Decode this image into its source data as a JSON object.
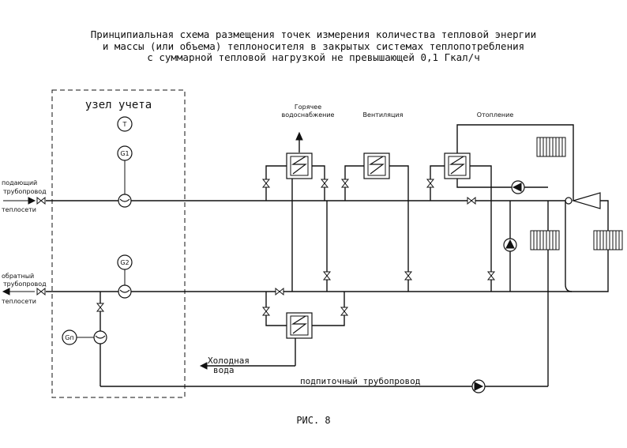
{
  "title": {
    "line1": "Принципиальная схема размещения точек измерения количества тепловой энергии",
    "line2": "и массы (или объема) теплоносителя в закрытых системах теплопотребления",
    "line3": "с суммарной тепловой нагрузкой не превышающей 0,1 Гкал/ч"
  },
  "node": {
    "label": "узел учета",
    "t_label": "T",
    "g1_label": "G1",
    "g2_label": "G2",
    "gp_label": "Gп"
  },
  "supply": {
    "line1": "подающий",
    "line2": "трубопровод",
    "line3": "теплосети"
  },
  "return": {
    "line1": "обратный",
    "line2": "трубопровод",
    "line3": "теплосети"
  },
  "consumers": {
    "hot_water_1": "Горячее",
    "hot_water_2": "водоснабжение",
    "ventilation": "Вентиляция",
    "heating": "Отопление"
  },
  "cold_water": {
    "line1": "Холодная",
    "line2": "вода"
  },
  "makeup": "подпиточный трубопровод",
  "figure": "РИС. 8"
}
